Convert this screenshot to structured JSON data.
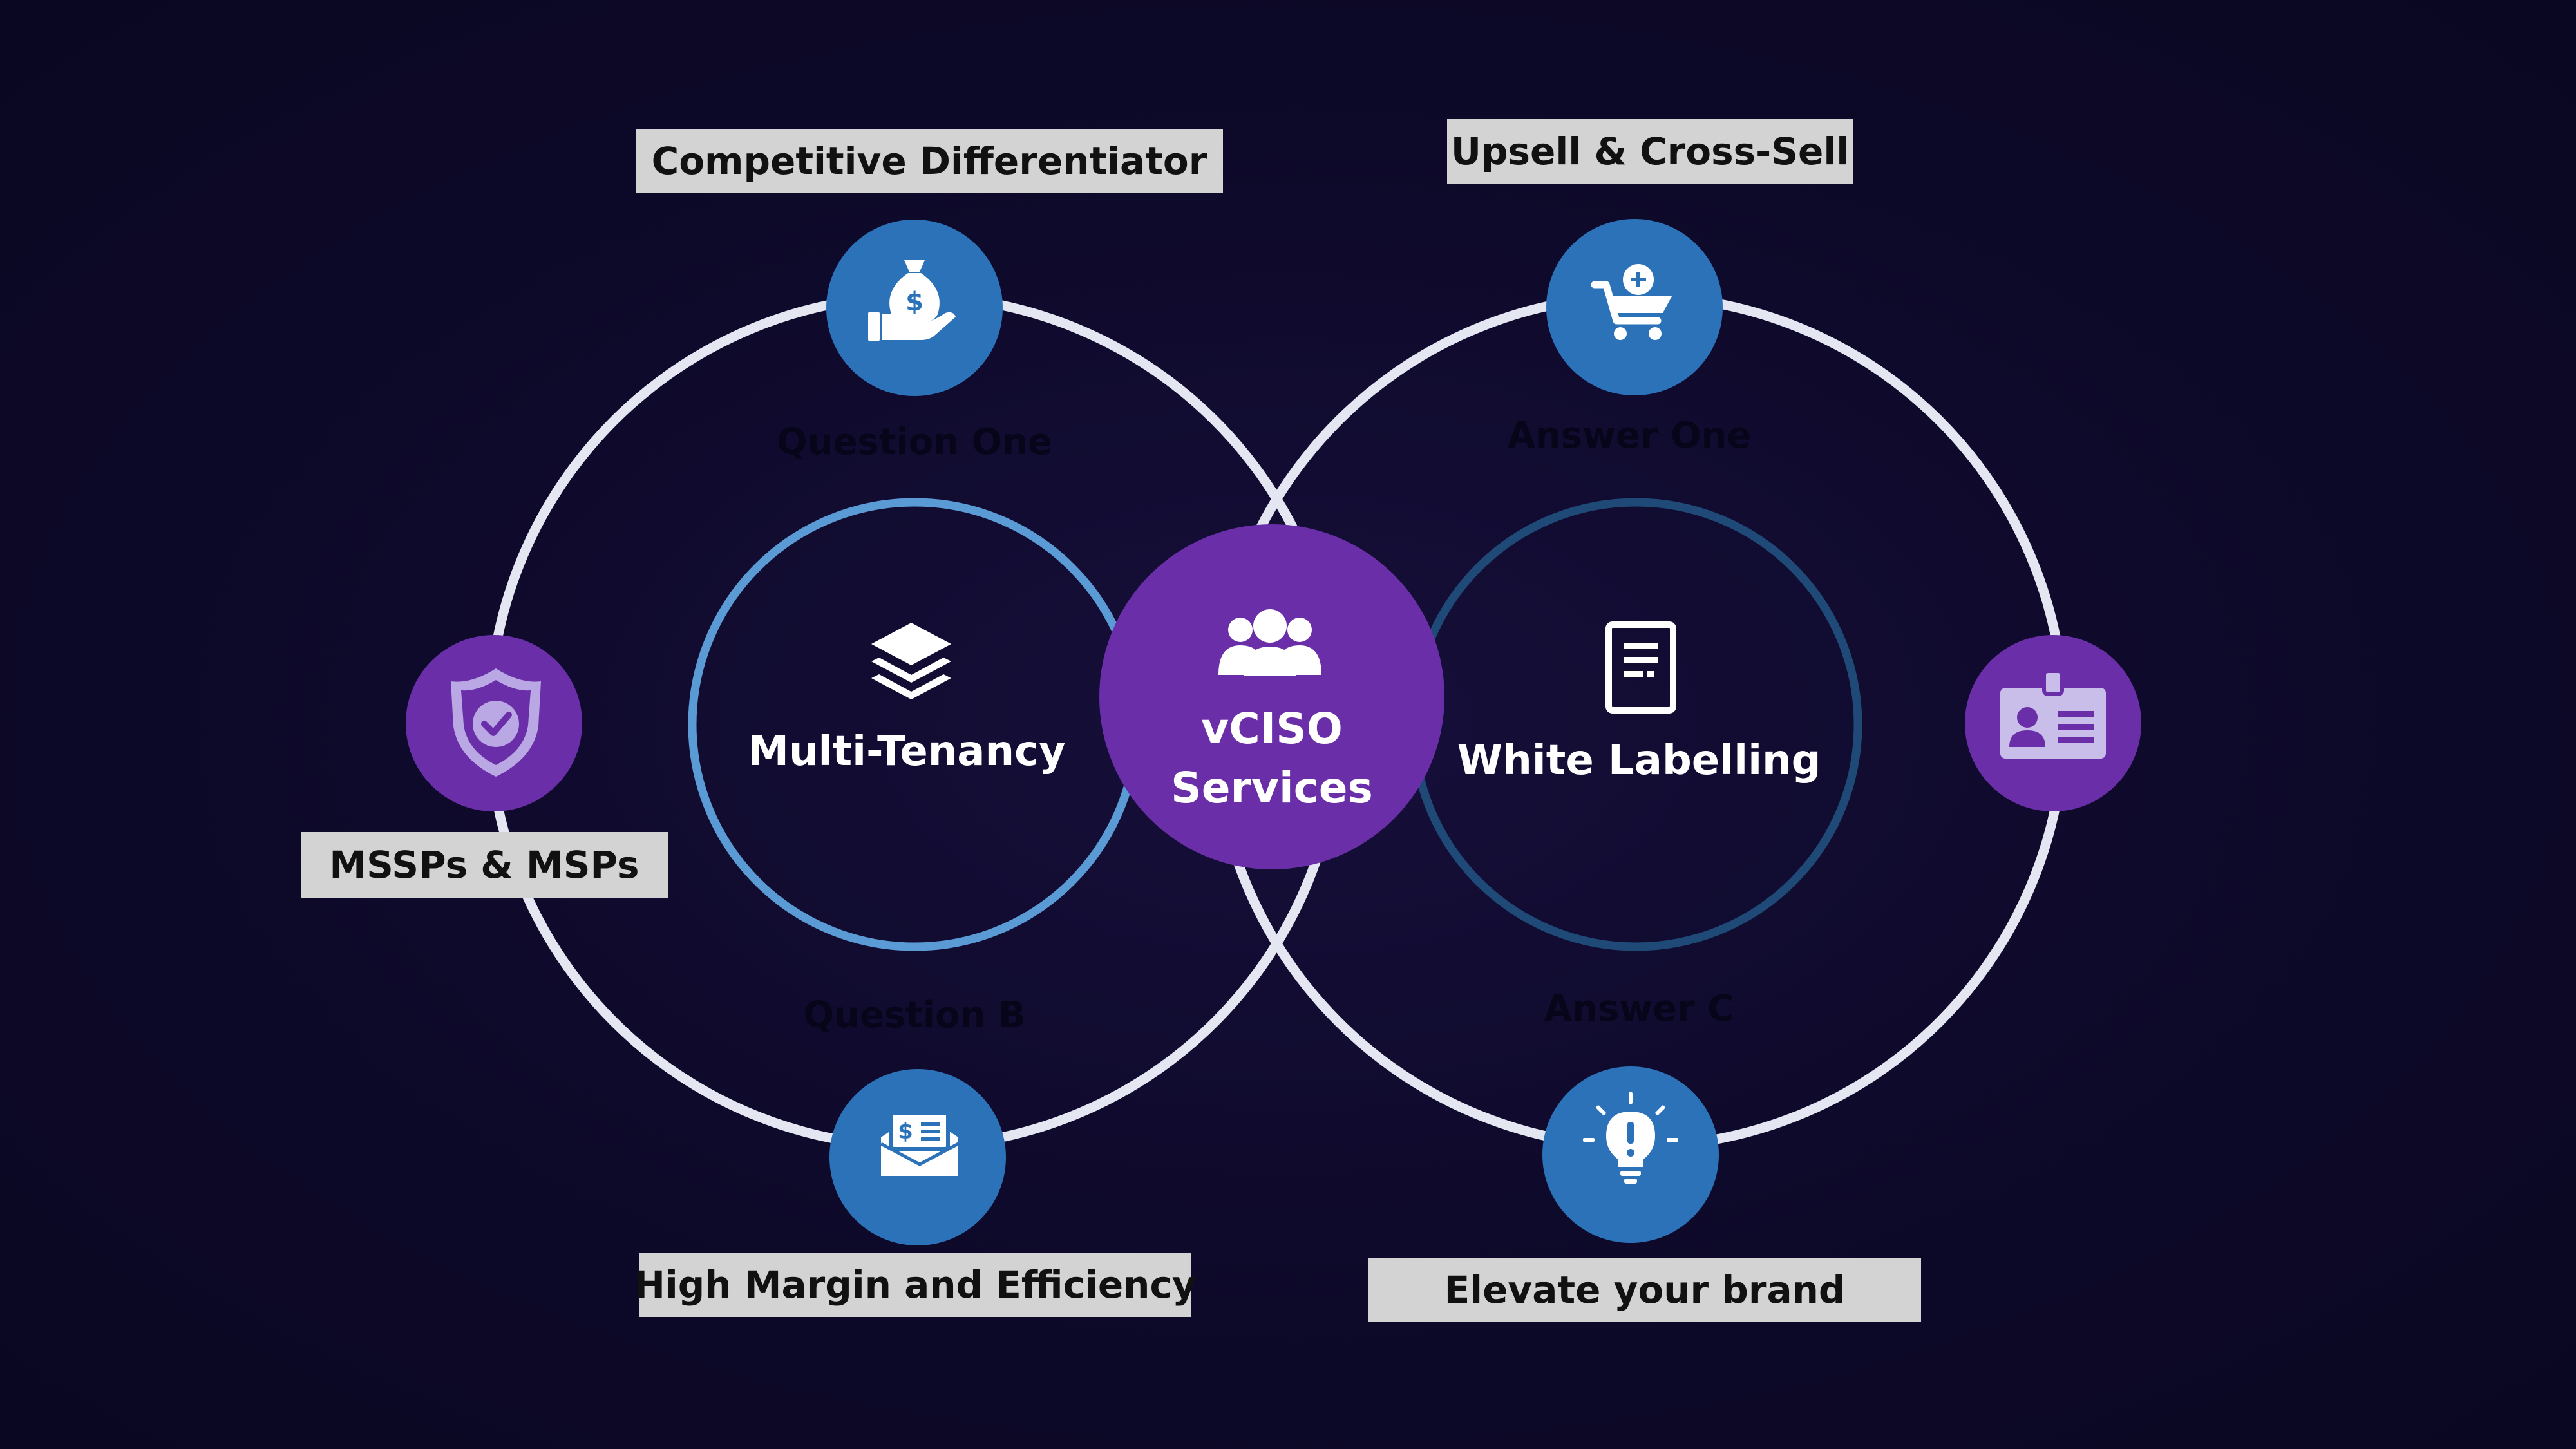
{
  "center": {
    "line1": "vCISO",
    "line2": "Services",
    "icon": "users-group-icon"
  },
  "left_inner": {
    "label": "Multi-Tenancy",
    "icon": "layers-icon"
  },
  "right_inner": {
    "label": "White Labelling",
    "icon": "document-icon"
  },
  "hidden_text": {
    "top_left": "Question One",
    "bottom_left": "Question B",
    "top_right": "Answer One",
    "bottom_right": "Answer C"
  },
  "labels": {
    "competitive": "Competitive Differentiator",
    "upsell": "Upsell & Cross-Sell",
    "mssps": "MSSPs & MSPs",
    "margin": "High Margin and Efficiency",
    "brand": "Elevate your brand"
  },
  "icons": {
    "top_left": "money-bag-hand-icon",
    "top_right": "shopping-cart-plus-icon",
    "left": "shield-check-icon",
    "right": "id-card-icon",
    "bottom_left": "money-envelope-icon",
    "bottom_right": "lightbulb-alert-icon"
  },
  "colors": {
    "background": "#0c0826",
    "blue_node": "#2c72b8",
    "purple_node": "#6a2fa8",
    "outer_ring": "#e4e6f2",
    "left_inner_ring": "#5b9bd5",
    "right_inner_ring": "#1f4a78",
    "label_bg": "#d3d3d3",
    "label_text": "#111111"
  }
}
